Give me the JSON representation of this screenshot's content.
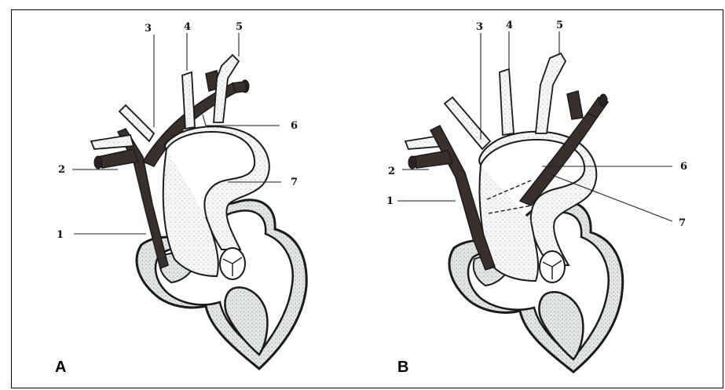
{
  "panels": [
    {
      "label": "A",
      "callouts": [
        "1",
        "2",
        "3",
        "4",
        "5",
        "6",
        "7"
      ]
    },
    {
      "label": "B",
      "callouts": [
        "1",
        "2",
        "3",
        "4",
        "5",
        "6",
        "7"
      ]
    }
  ],
  "colors": {
    "dark_vessel": "#3a302b",
    "light_vessel": "#f3f6f5",
    "outline": "#1a1a1a",
    "myocardium_fill": "#d7dcdb",
    "frame": "#000000"
  }
}
